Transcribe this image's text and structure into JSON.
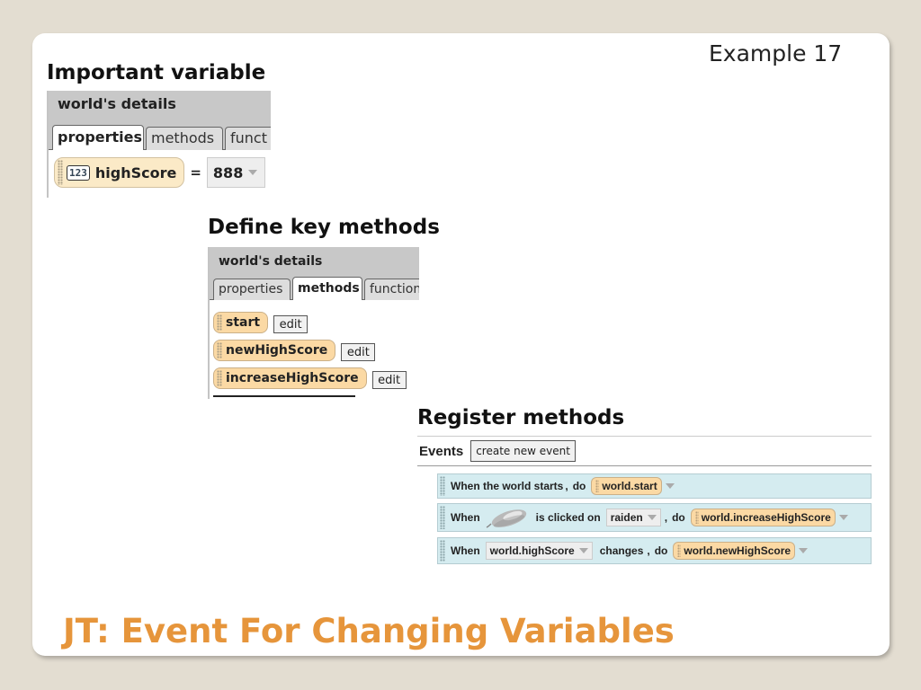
{
  "slide": {
    "example_label": "Example 17",
    "title": "JT: Event For Changing Variables"
  },
  "sections": {
    "variable_heading": "Important variable",
    "methods_heading": "Define key methods",
    "register_heading": "Register methods"
  },
  "variable_panel": {
    "header": "world's details",
    "tabs": [
      "properties",
      "methods",
      "funct"
    ],
    "active_tab": "properties",
    "variable": {
      "type_icon": "123",
      "name": "highScore",
      "equals": "=",
      "value": "888"
    }
  },
  "methods_panel": {
    "header": "world's details",
    "tabs": [
      "properties",
      "methods",
      "function"
    ],
    "active_tab": "methods",
    "methods": [
      {
        "name": "start",
        "edit_label": "edit"
      },
      {
        "name": "newHighScore",
        "edit_label": "edit"
      },
      {
        "name": "increaseHighScore",
        "edit_label": "edit"
      }
    ]
  },
  "events_panel": {
    "label": "Events",
    "create_button": "create new event",
    "rows": [
      {
        "prefix": "When the world starts",
        "comma": ",",
        "do": "do",
        "method": "world.start"
      },
      {
        "prefix": "When",
        "icon": "mouse-icon",
        "clicked_on": "is clicked on",
        "target": "raiden",
        "comma": ",",
        "do": "do",
        "method": "world.increaseHighScore"
      },
      {
        "prefix": "When",
        "variable": "world.highScore",
        "changes": "changes",
        "comma": ",",
        "do": "do",
        "method": "world.newHighScore"
      }
    ]
  },
  "colors": {
    "title": "#e6953b",
    "background": "#e3ddd1",
    "method_tile": "#fbd9a4",
    "event_row": "#d5ecf0"
  }
}
